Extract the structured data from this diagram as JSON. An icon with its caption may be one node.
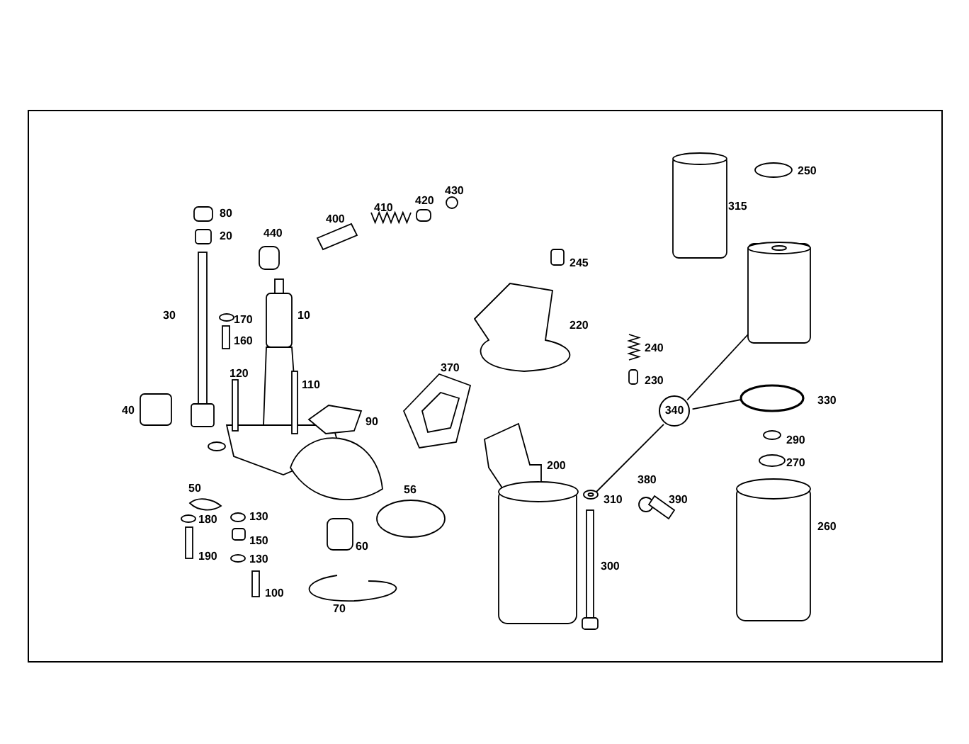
{
  "diagram": {
    "nodes": [
      {
        "text": [
          "340"
        ]
      },
      {
        "text": [],
        "shape": "cylinder"
      },
      {
        "text": [],
        "shape": "circle"
      },
      {
        "text": [],
        "shape": "circle"
      }
    ],
    "edges": [
      {
        "from": 0,
        "to": 1,
        "arrow": "none"
      },
      {
        "from": 0,
        "to": 2,
        "arrow": "none"
      },
      {
        "from": 0,
        "to": 3,
        "arrow": "none"
      }
    ],
    "labels": [
      "250",
      "80",
      "315",
      "430",
      "420",
      "410",
      "440",
      "20",
      "400",
      "245",
      "30",
      "170",
      "10",
      "160",
      "220",
      "240",
      "370",
      "120",
      "110",
      "230",
      "330",
      "40",
      "90",
      "290",
      "270",
      "200",
      "56",
      "50",
      "310",
      "380",
      "130",
      "390",
      "180",
      "150",
      "60",
      "260",
      "130",
      "190",
      "300",
      "100",
      "70"
    ]
  }
}
